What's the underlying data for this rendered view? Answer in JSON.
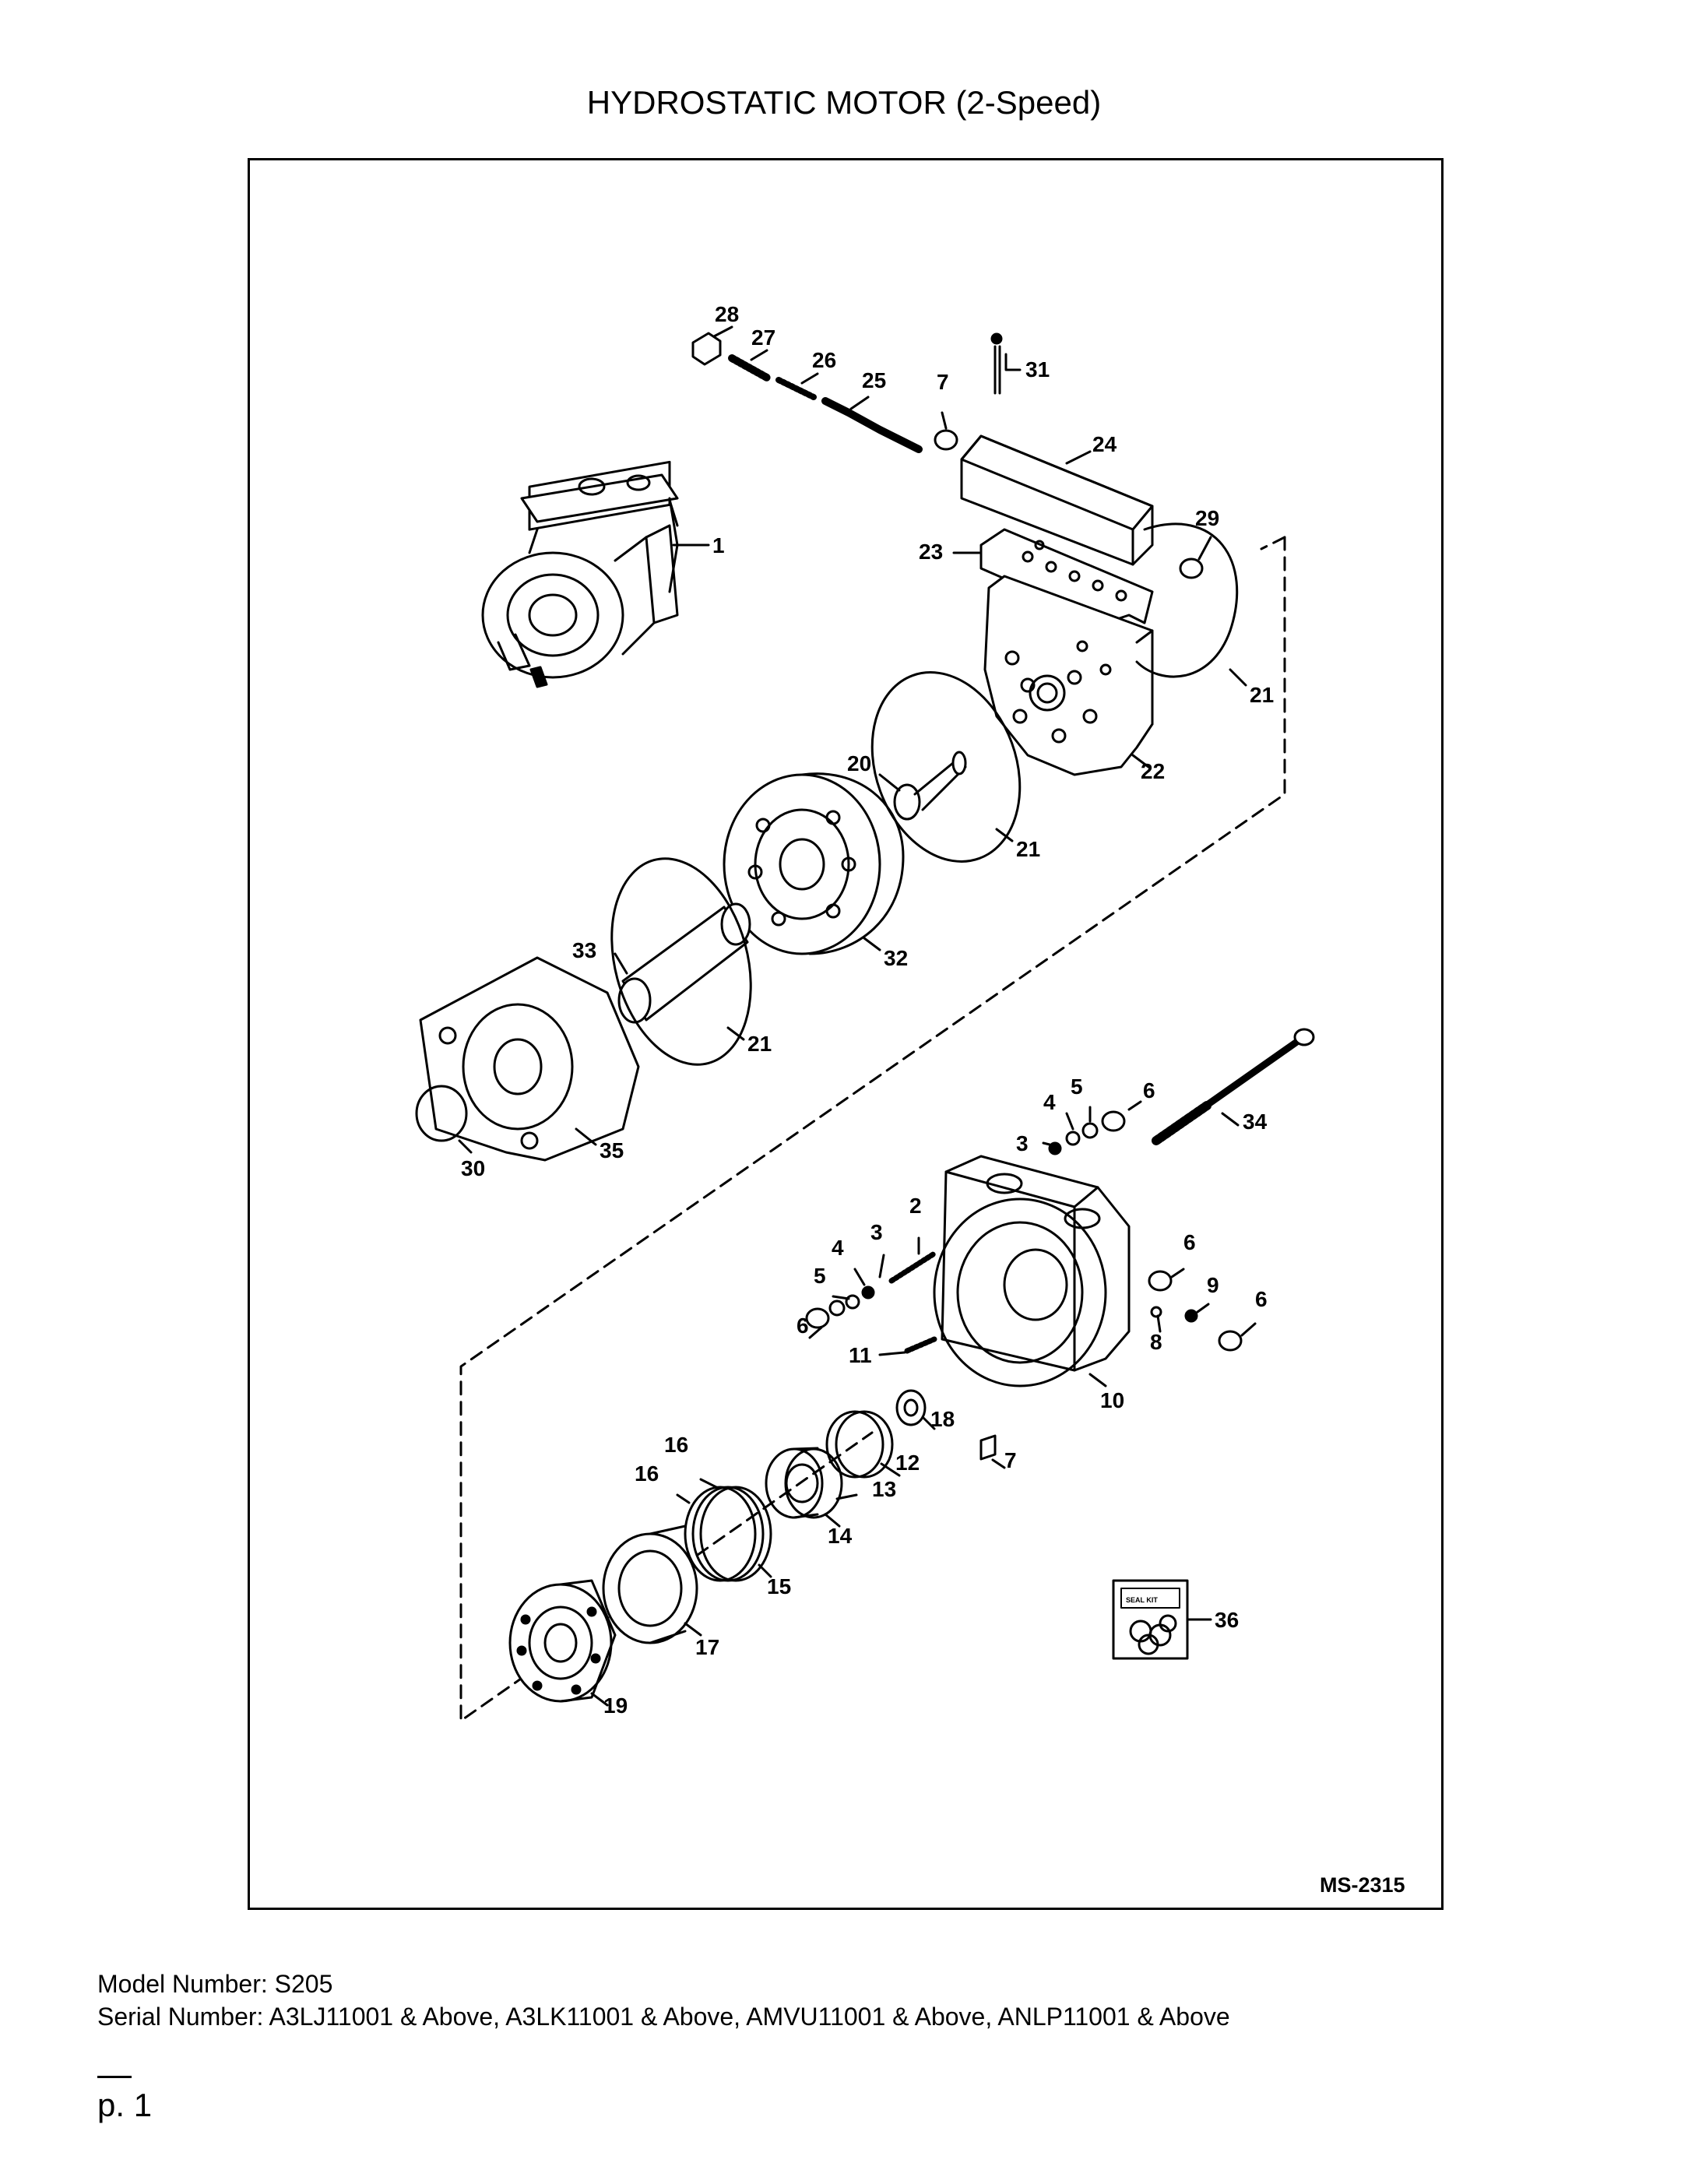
{
  "title": "HYDROSTATIC MOTOR (2-Speed)",
  "drawing_number": "MS-2315",
  "callouts": {
    "c1": "1",
    "c2": "2",
    "c3a": "3",
    "c3b": "3",
    "c4a": "4",
    "c4b": "4",
    "c5a": "5",
    "c5b": "5",
    "c6a": "6",
    "c6b": "6",
    "c6c": "6",
    "c6d": "6",
    "c7a": "7",
    "c7b": "7",
    "c8": "8",
    "c9": "9",
    "c10": "10",
    "c11": "11",
    "c12": "12",
    "c13": "13",
    "c14": "14",
    "c15": "15",
    "c16a": "16",
    "c16b": "16",
    "c17": "17",
    "c18": "18",
    "c19": "19",
    "c20": "20",
    "c21a": "21",
    "c21b": "21",
    "c21c": "21",
    "c22": "22",
    "c23": "23",
    "c24": "24",
    "c25": "25",
    "c26": "26",
    "c27": "27",
    "c28": "28",
    "c29": "29",
    "c30": "30",
    "c31": "31",
    "c32": "32",
    "c33": "33",
    "c34": "34",
    "c35": "35",
    "c36": "36"
  },
  "seal_kit_label": "SEAL KIT",
  "model_line": "Model Number: S205",
  "serial_line": "Serial Number: A3LJ11001 & Above, A3LK11001 & Above, AMVU11001 & Above, ANLP11001 & Above",
  "page_label": "p. 1"
}
